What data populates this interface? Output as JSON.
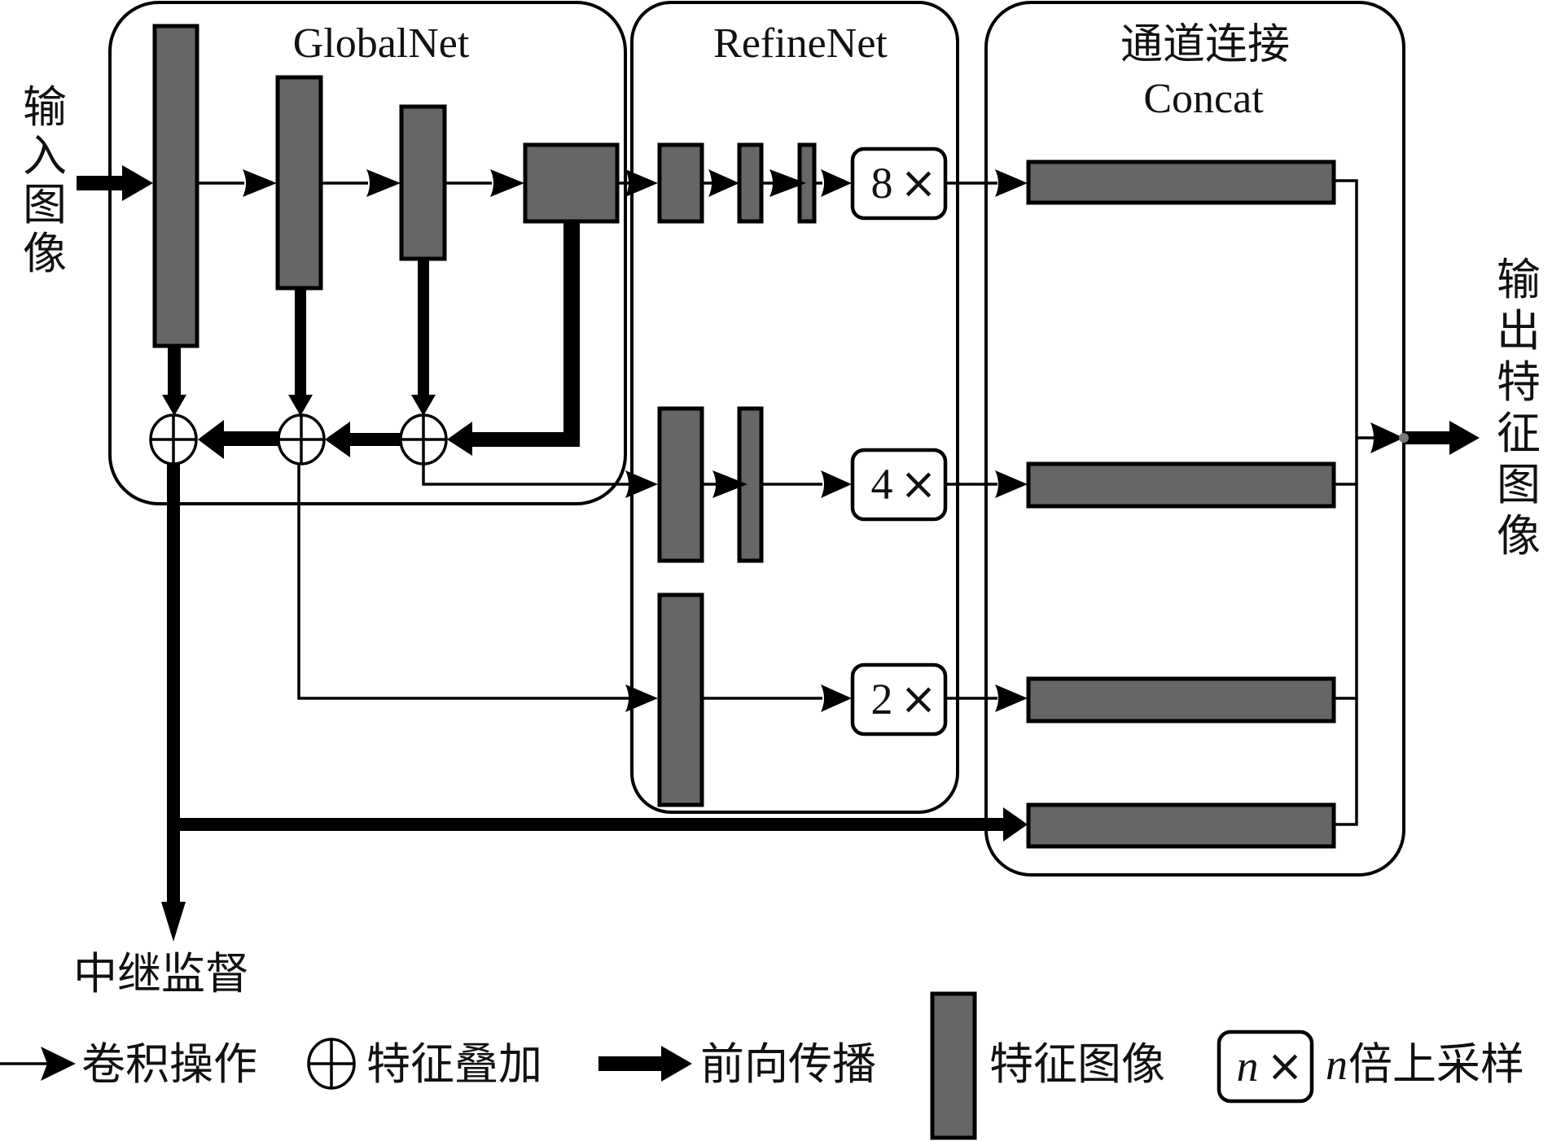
{
  "panels": {
    "globalnet": {
      "title": "GlobalNet"
    },
    "refinenet": {
      "title": "RefineNet"
    },
    "concat": {
      "title_cn": "通道连接",
      "title_en": "Concat"
    }
  },
  "input_label": [
    "输",
    "入",
    "图",
    "像"
  ],
  "output_label": [
    "输",
    "出",
    "特",
    "征",
    "图",
    "像"
  ],
  "intermediate_supervision": "中继监督",
  "upsample_blocks": [
    {
      "factor": "8",
      "symbol": "×"
    },
    {
      "factor": "4",
      "symbol": "×"
    },
    {
      "factor": "2",
      "symbol": "×"
    }
  ],
  "legend": {
    "conv": "卷积操作",
    "sum": "特征叠加",
    "forward": "前向传播",
    "feature": "特征图像",
    "upsample_box_n": "n",
    "upsample_box_symbol": "×",
    "upsample_n": "n",
    "upsample": "倍上采样"
  },
  "colors": {
    "feature_fill": "#666666",
    "stroke": "#000000",
    "junction": "#777777"
  }
}
